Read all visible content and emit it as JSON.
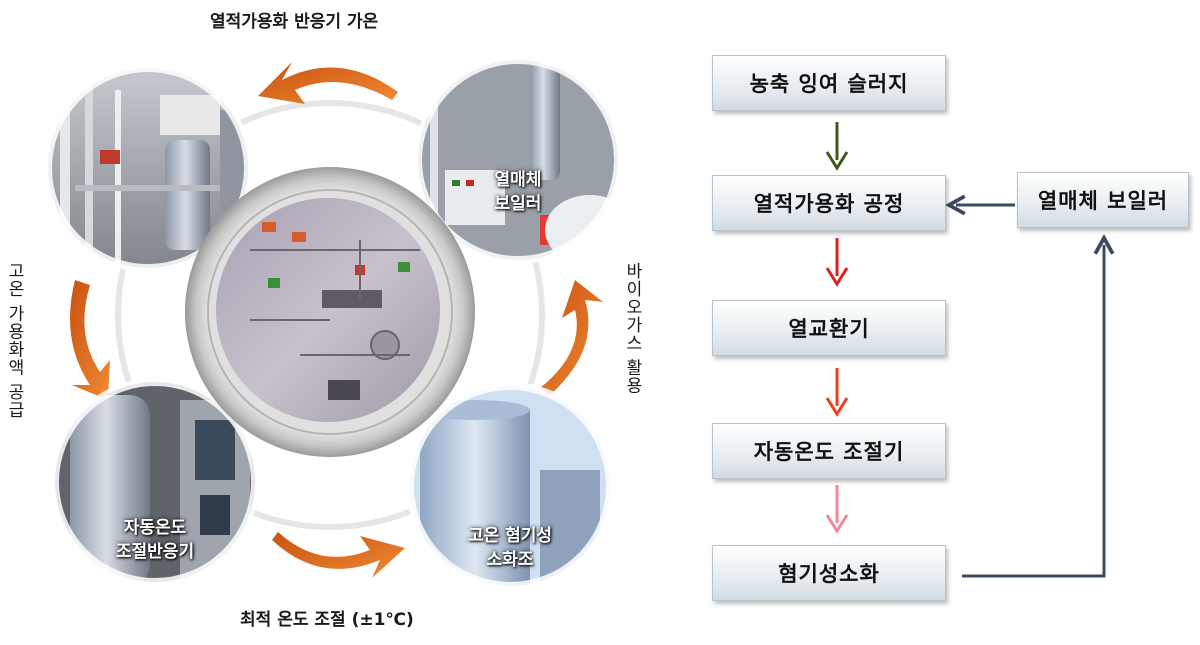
{
  "cycle": {
    "top_label": "열적가용화 반응기 가온",
    "bottom_label": "최적 온도 조절 (±1℃)",
    "left_label": "고온 가용화액 공급",
    "right_label": "바이오가스 활용",
    "nodes": {
      "top_right": [
        "열매체",
        "보일러"
      ],
      "bottom_left": [
        "자동온도",
        "조절반응기"
      ],
      "bottom_right": [
        "고온 혐기성",
        "소화조"
      ]
    },
    "arrow_color": "#e8782a"
  },
  "flow": {
    "steps": [
      "농축 잉여 슬러지",
      "열적가용화 공정",
      "열교환기",
      "자동온도 조절기",
      "혐기성소화"
    ],
    "side_box": "열매체 보일러",
    "arrow_colors": [
      "#3d5a1e",
      "#e02020",
      "#f04020",
      "#f08898"
    ],
    "connector_color": "#3b4a5e"
  }
}
